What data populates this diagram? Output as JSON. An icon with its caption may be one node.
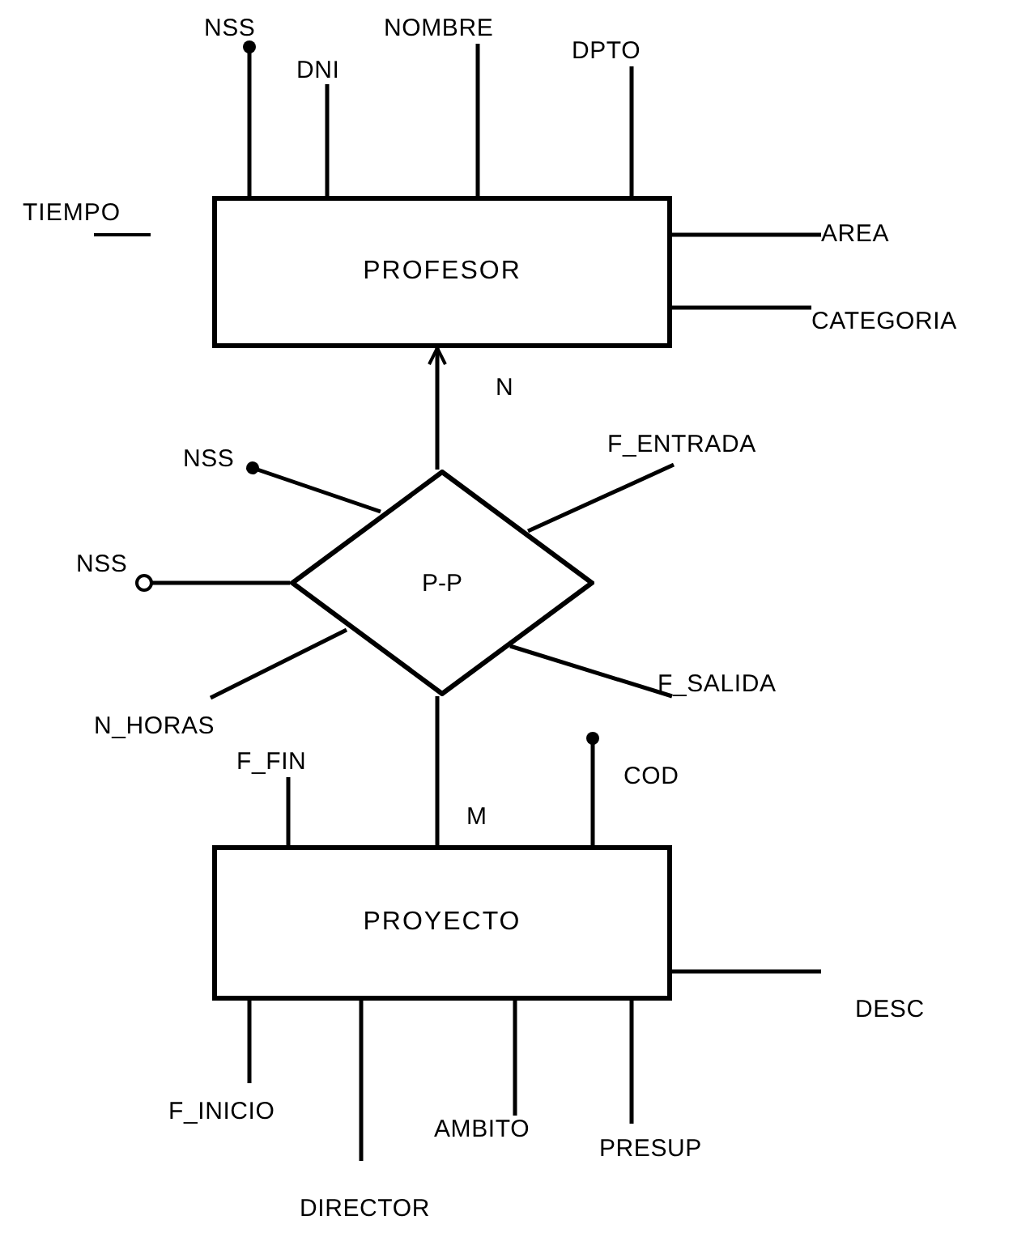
{
  "diagram": {
    "nodes": [
      {
        "text": [
          "NSS"
        ]
      },
      {
        "text": [
          "NOMBRE"
        ]
      },
      {
        "text": [
          "DNI"
        ]
      },
      {
        "text": [
          "DPTO"
        ]
      },
      {
        "text": [
          "PROFESOR"
        ]
      },
      {
        "text": [
          "AREA"
        ]
      },
      {
        "text": [
          "CATEGORIA"
        ]
      },
      {
        "text": [
          "F_ENTRADA"
        ]
      },
      {
        "text": [
          "NSS"
        ]
      },
      {
        "text": [
          "P-P"
        ]
      },
      {
        "text": [
          "NSS"
        ]
      },
      {
        "text": [
          "F_SALIDA"
        ]
      },
      {
        "text": [
          "N_HORAS"
        ]
      },
      {
        "text": [
          "F_FIN"
        ]
      },
      {
        "text": [
          "COD"
        ]
      },
      {
        "text": [
          "PROYECTO"
        ]
      },
      {
        "text": [
          "DESC"
        ]
      },
      {
        "text": [
          "F_INICIO"
        ]
      },
      {
        "text": [
          "AMBITO"
        ]
      },
      {
        "text": [
          "PRESUP"
        ]
      },
      {
        "text": [
          "DIRECTOR"
        ]
      }
    ],
    "edges": [
      {
        "from": 4,
        "to": 0,
        "arrow": "other"
      },
      {
        "from": 4,
        "to": 2,
        "arrow": "none"
      },
      {
        "from": 4,
        "to": 1,
        "arrow": "none"
      },
      {
        "from": 4,
        "to": 3,
        "arrow": "none"
      },
      {
        "from": 4,
        "to": 5,
        "arrow": "none"
      },
      {
        "from": 4,
        "to": 6,
        "arrow": "none"
      },
      {
        "from": 9,
        "to": 4,
        "arrow": "to",
        "label": "N"
      },
      {
        "from": 9,
        "to": 8,
        "arrow": "other"
      },
      {
        "from": 9,
        "to": 7,
        "arrow": "none"
      },
      {
        "from": 9,
        "to": 10,
        "arrow": "other"
      },
      {
        "from": 9,
        "to": 12,
        "arrow": "none"
      },
      {
        "from": 9,
        "to": 11,
        "arrow": "none"
      },
      {
        "from": 9,
        "to": 15,
        "arrow": "none",
        "label": "M"
      },
      {
        "from": 15,
        "to": 13,
        "arrow": "none"
      },
      {
        "from": 15,
        "to": 14,
        "arrow": "other"
      },
      {
        "from": 15,
        "to": 16,
        "arrow": "none"
      },
      {
        "from": 15,
        "to": 17,
        "arrow": "none"
      },
      {
        "from": 15,
        "to": 20,
        "arrow": "none"
      },
      {
        "from": 15,
        "to": 18,
        "arrow": "none"
      },
      {
        "from": 15,
        "to": 19,
        "arrow": "none"
      }
    ],
    "labels": [
      "TIEMPO"
    ]
  }
}
